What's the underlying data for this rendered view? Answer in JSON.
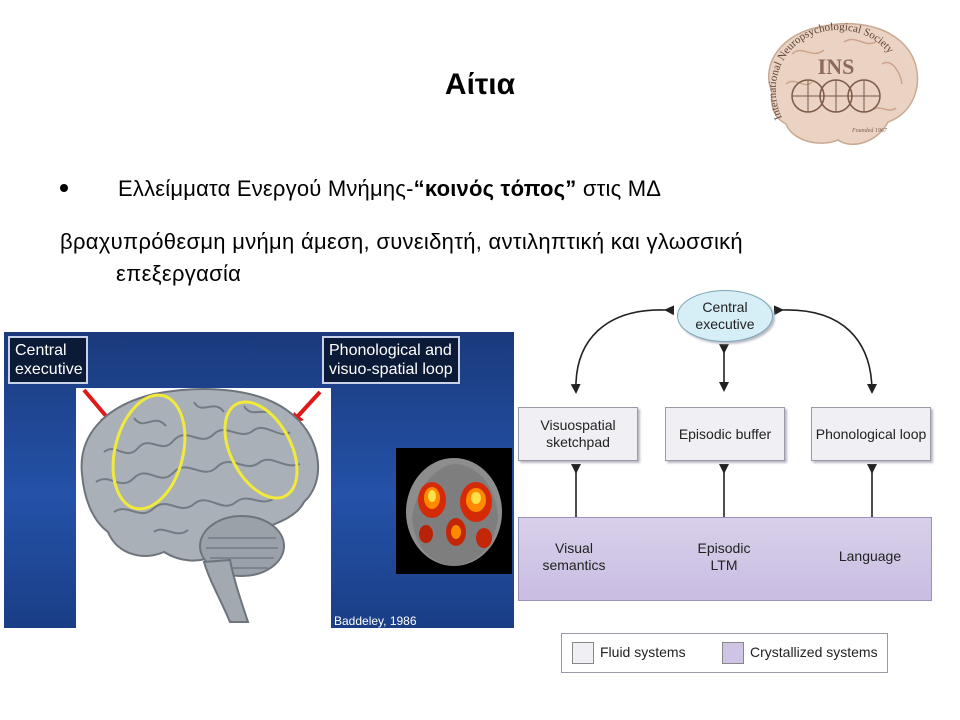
{
  "slide": {
    "title": "Αίτια",
    "bullet": {
      "text_before": "Ελλείμματα Ενεργού Μνήμης-",
      "text_bold": "“κοινός τόπος”",
      "text_after": " στις ΜΔ"
    },
    "paragraph": {
      "line1": "βραχυπρόθεσμη μνήμη άμεση, συνειδητή, αντιληπτική και γλωσσική",
      "line2": "επεξεργασία"
    }
  },
  "logo": {
    "initials": "INS",
    "ring_text": "International Neuropsychological Society",
    "founded": "Founded 1967"
  },
  "brain_image": {
    "label_central": "Central executive",
    "label_phonological": "Phonological and visuo-spatial loop",
    "caption": "Baddeley, 1986"
  },
  "diagram": {
    "central_executive": "Central executive",
    "visuospatial": "Visuospatial sketchpad",
    "episodic_buffer": "Episodic buffer",
    "phonological_loop": "Phonological loop",
    "visual_semantics": "Visual semantics",
    "episodic_ltm": "Episodic LTM",
    "language": "Language",
    "legend_fluid": "Fluid systems",
    "legend_crystallized": "Crystallized systems",
    "colors": {
      "fluid_box": "#efeff4",
      "crystallized_band": "#cfc4e6",
      "central_ellipse": "#d6eef6"
    }
  }
}
